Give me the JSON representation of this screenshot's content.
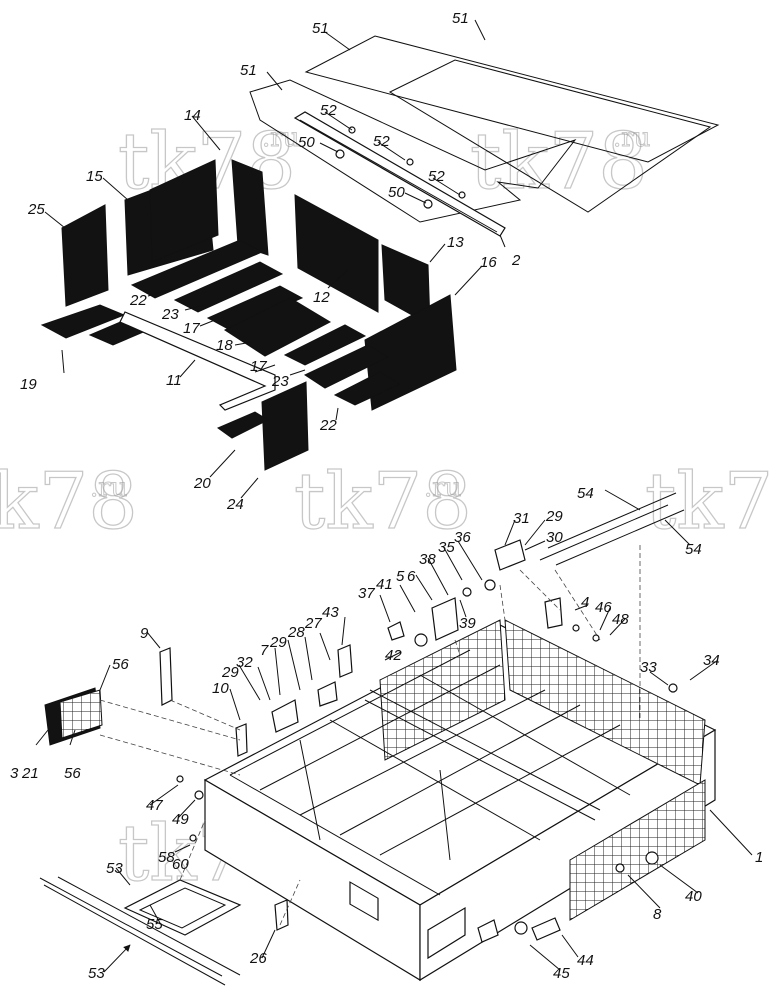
{
  "watermark": {
    "text": "tk78",
    "suffix": ".ru"
  },
  "callouts": [
    {
      "id": "c51a",
      "label": "51"
    },
    {
      "id": "c51b",
      "label": "51"
    },
    {
      "id": "c51c",
      "label": "51"
    },
    {
      "id": "c52a",
      "label": "52"
    },
    {
      "id": "c52b",
      "label": "52"
    },
    {
      "id": "c52c",
      "label": "52"
    },
    {
      "id": "c50a",
      "label": "50"
    },
    {
      "id": "c50b",
      "label": "50"
    },
    {
      "id": "c14",
      "label": "14"
    },
    {
      "id": "c15",
      "label": "15"
    },
    {
      "id": "c25",
      "label": "25"
    },
    {
      "id": "c2",
      "label": "2"
    },
    {
      "id": "c13",
      "label": "13"
    },
    {
      "id": "c16",
      "label": "16"
    },
    {
      "id": "c12",
      "label": "12"
    },
    {
      "id": "c22a",
      "label": "22"
    },
    {
      "id": "c23a",
      "label": "23"
    },
    {
      "id": "c17a",
      "label": "17"
    },
    {
      "id": "c18",
      "label": "18"
    },
    {
      "id": "c19",
      "label": "19"
    },
    {
      "id": "c11",
      "label": "11"
    },
    {
      "id": "c17b",
      "label": "17"
    },
    {
      "id": "c23b",
      "label": "23"
    },
    {
      "id": "c22b",
      "label": "22"
    },
    {
      "id": "c20",
      "label": "20"
    },
    {
      "id": "c24",
      "label": "24"
    },
    {
      "id": "c31",
      "label": "31"
    },
    {
      "id": "c29a",
      "label": "29"
    },
    {
      "id": "c30",
      "label": "30"
    },
    {
      "id": "c54a",
      "label": "54"
    },
    {
      "id": "c54b",
      "label": "54"
    },
    {
      "id": "c36",
      "label": "36"
    },
    {
      "id": "c35",
      "label": "35"
    },
    {
      "id": "c38",
      "label": "38"
    },
    {
      "id": "c6",
      "label": "6"
    },
    {
      "id": "c5",
      "label": "5"
    },
    {
      "id": "c41",
      "label": "41"
    },
    {
      "id": "c37",
      "label": "37"
    },
    {
      "id": "c39",
      "label": "39"
    },
    {
      "id": "c4",
      "label": "4"
    },
    {
      "id": "c46",
      "label": "46"
    },
    {
      "id": "c48",
      "label": "48"
    },
    {
      "id": "c43",
      "label": "43"
    },
    {
      "id": "c27",
      "label": "27"
    },
    {
      "id": "c28",
      "label": "28"
    },
    {
      "id": "c29b",
      "label": "29"
    },
    {
      "id": "c7",
      "label": "7"
    },
    {
      "id": "c42",
      "label": "42"
    },
    {
      "id": "c9",
      "label": "9"
    },
    {
      "id": "c32",
      "label": "32"
    },
    {
      "id": "c29c",
      "label": "29"
    },
    {
      "id": "c10",
      "label": "10"
    },
    {
      "id": "c56a",
      "label": "56"
    },
    {
      "id": "c33",
      "label": "33"
    },
    {
      "id": "c34",
      "label": "34"
    },
    {
      "id": "c3",
      "label": "3"
    },
    {
      "id": "c21",
      "label": "21"
    },
    {
      "id": "c56b",
      "label": "56"
    },
    {
      "id": "c47",
      "label": "47"
    },
    {
      "id": "c49",
      "label": "49"
    },
    {
      "id": "c58",
      "label": "58"
    },
    {
      "id": "c60",
      "label": "60"
    },
    {
      "id": "c1",
      "label": "1"
    },
    {
      "id": "c53a",
      "label": "53"
    },
    {
      "id": "c55",
      "label": "55"
    },
    {
      "id": "c40",
      "label": "40"
    },
    {
      "id": "c8",
      "label": "8"
    },
    {
      "id": "c26",
      "label": "26"
    },
    {
      "id": "c44",
      "label": "44"
    },
    {
      "id": "c45",
      "label": "45"
    },
    {
      "id": "c53b",
      "label": "53"
    }
  ]
}
